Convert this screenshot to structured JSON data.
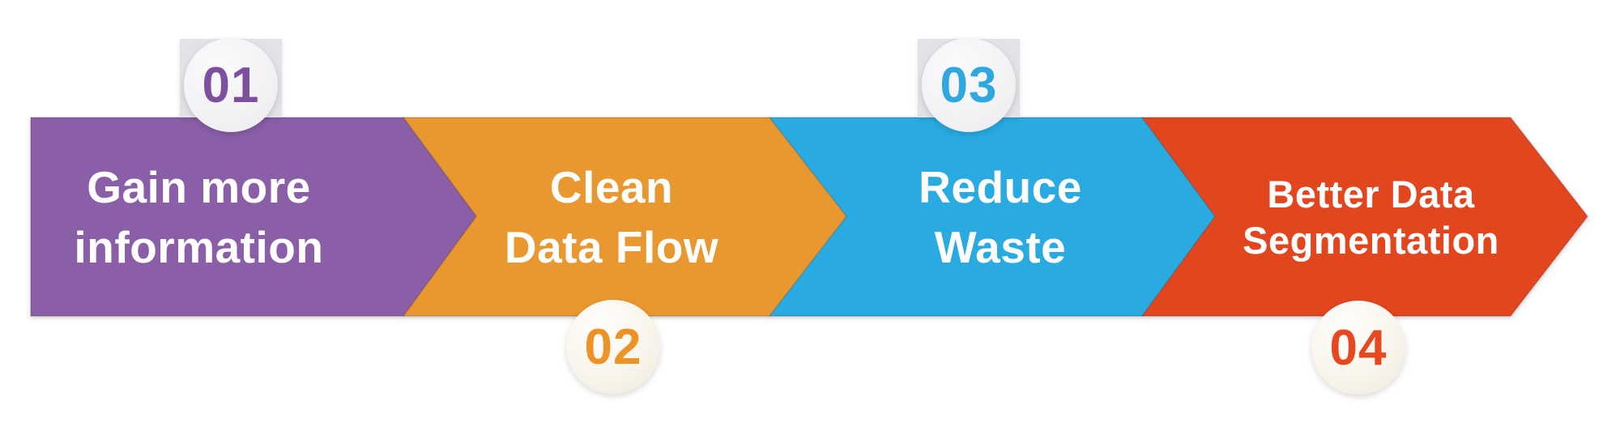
{
  "page": {
    "background_color": "#ffffff"
  },
  "diagram": {
    "type": "process-arrow-flow",
    "steps": [
      {
        "number": "01",
        "label_line1": "Gain more",
        "label_line2": "information",
        "arrow_color": "#8a5fa8",
        "number_color": "#7d4f9d",
        "badge_position": "top"
      },
      {
        "number": "02",
        "label_line1": "Clean",
        "label_line2": "Data Flow",
        "arrow_color": "#e9972f",
        "number_color": "#ec9227",
        "badge_position": "bottom"
      },
      {
        "number": "03",
        "label_line1": "Reduce",
        "label_line2": "Waste",
        "arrow_color": "#29abe2",
        "number_color": "#2fa8e0",
        "badge_position": "top"
      },
      {
        "number": "04",
        "label_line1": "Better Data",
        "label_line2": "Segmentation",
        "arrow_color": "#e2461f",
        "number_color": "#e8481f",
        "badge_position": "bottom"
      }
    ]
  }
}
